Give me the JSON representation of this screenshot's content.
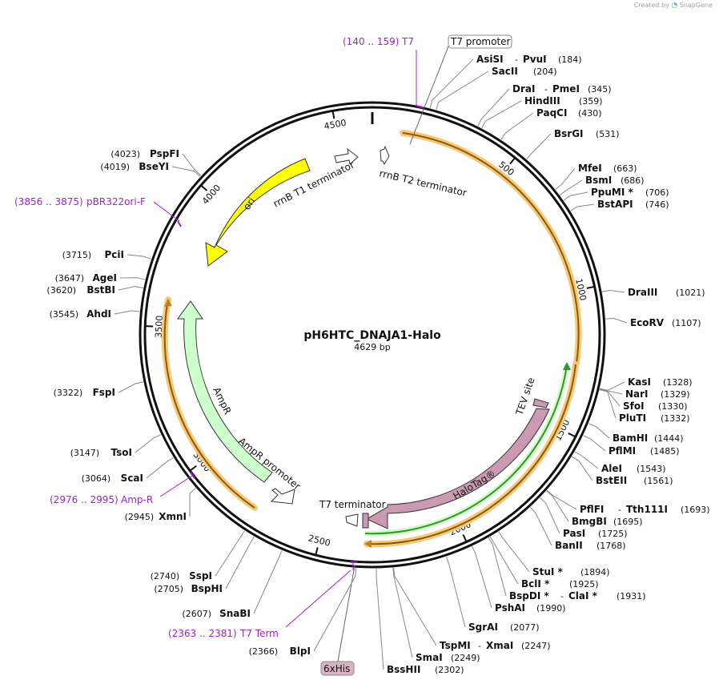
{
  "plasmid": {
    "name": "pH6HTC_DNAJA1-Halo",
    "length_label": "4629 bp",
    "length": 4629
  },
  "branding": {
    "created_by": "Created by",
    "app": "SnapGene"
  },
  "colors": {
    "backbone": "#111111",
    "primer": "#a020d0",
    "ori": "#ffff00",
    "ampr": "#ccffcc",
    "halotag": "#cc99b3",
    "orf_fill": "#ffd080",
    "orf_halo": "#f0c060",
    "green_orf": "#2b9a2b"
  },
  "ticks": [
    {
      "pos": 500,
      "label": "500"
    },
    {
      "pos": 1000,
      "label": "1000"
    },
    {
      "pos": 1500,
      "label": "1500"
    },
    {
      "pos": 2000,
      "label": "2000"
    },
    {
      "pos": 2500,
      "label": "2500"
    },
    {
      "pos": 3000,
      "label": "3000"
    },
    {
      "pos": 3500,
      "label": "3500"
    },
    {
      "pos": 4000,
      "label": "4000"
    },
    {
      "pos": 4500,
      "label": "4500"
    }
  ],
  "enzymes_right": [
    {
      "names": [
        "AsiSI",
        "PvuI"
      ],
      "pos": "(184)",
      "site": 184
    },
    {
      "names": [
        "SacII"
      ],
      "pos": "(204)",
      "site": 204
    },
    {
      "names": [
        "DraI",
        "PmeI"
      ],
      "pos": "(345)",
      "site": 345
    },
    {
      "names": [
        "HindIII"
      ],
      "pos": "(359)",
      "site": 359
    },
    {
      "names": [
        "PaqCI"
      ],
      "pos": "(430)",
      "site": 430
    },
    {
      "names": [
        "BsrGI"
      ],
      "pos": "(531)",
      "site": 531
    },
    {
      "names": [
        "MfeI"
      ],
      "pos": "(663)",
      "site": 663
    },
    {
      "names": [
        "BsmI"
      ],
      "pos": "(686)",
      "site": 686
    },
    {
      "names": [
        "PpuMI *"
      ],
      "pos": "(706)",
      "site": 706
    },
    {
      "names": [
        "BstAPI"
      ],
      "pos": "(746)",
      "site": 746
    },
    {
      "names": [
        "DraIII"
      ],
      "pos": "(1021)",
      "site": 1021
    },
    {
      "names": [
        "EcoRV"
      ],
      "pos": "(1107)",
      "site": 1107
    },
    {
      "names": [
        "KasI"
      ],
      "pos": "(1328)",
      "site": 1328
    },
    {
      "names": [
        "NarI"
      ],
      "pos": "(1329)",
      "site": 1329
    },
    {
      "names": [
        "SfoI"
      ],
      "pos": "(1330)",
      "site": 1330
    },
    {
      "names": [
        "PluTI"
      ],
      "pos": "(1332)",
      "site": 1332
    },
    {
      "names": [
        "BamHI"
      ],
      "pos": "(1444)",
      "site": 1444
    },
    {
      "names": [
        "PflMI"
      ],
      "pos": "(1485)",
      "site": 1485
    },
    {
      "names": [
        "AleI"
      ],
      "pos": "(1543)",
      "site": 1543
    },
    {
      "names": [
        "BstEII"
      ],
      "pos": "(1561)",
      "site": 1561
    },
    {
      "names": [
        "PflFI",
        "Tth111I"
      ],
      "pos": "(1693)",
      "site": 1693
    },
    {
      "names": [
        "BmgBI"
      ],
      "pos": "(1695)",
      "site": 1695
    },
    {
      "names": [
        "PasI"
      ],
      "pos": "(1725)",
      "site": 1725
    },
    {
      "names": [
        "BanII"
      ],
      "pos": "(1768)",
      "site": 1768
    },
    {
      "names": [
        "StuI *"
      ],
      "pos": "(1894)",
      "site": 1894
    },
    {
      "names": [
        "BclI *"
      ],
      "pos": "(1925)",
      "site": 1925
    },
    {
      "names": [
        "BspDI *",
        "ClaI *"
      ],
      "pos": "(1931)",
      "site": 1931
    },
    {
      "names": [
        "PshAI"
      ],
      "pos": "(1990)",
      "site": 1990
    },
    {
      "names": [
        "SgrAI"
      ],
      "pos": "(2077)",
      "site": 2077
    },
    {
      "names": [
        "TspMI",
        "XmaI"
      ],
      "pos": "(2247)",
      "site": 2247
    },
    {
      "names": [
        "SmaI"
      ],
      "pos": "(2249)",
      "site": 2249
    },
    {
      "names": [
        "BssHII"
      ],
      "pos": "(2302)",
      "site": 2302
    }
  ],
  "enzymes_left": [
    {
      "name": "BlpI",
      "pos": "(2366)",
      "site": 2366
    },
    {
      "name": "SnaBI",
      "pos": "(2607)",
      "site": 2607
    },
    {
      "name": "BspHI",
      "pos": "(2705)",
      "site": 2705
    },
    {
      "name": "SspI",
      "pos": "(2740)",
      "site": 2740
    },
    {
      "name": "XmnI",
      "pos": "(2945)",
      "site": 2945
    },
    {
      "name": "ScaI",
      "pos": "(3064)",
      "site": 3064
    },
    {
      "name": "TsoI",
      "pos": "(3147)",
      "site": 3147
    },
    {
      "name": "FspI",
      "pos": "(3322)",
      "site": 3322
    },
    {
      "name": "AhdI",
      "pos": "(3545)",
      "site": 3545
    },
    {
      "name": "BstBI",
      "pos": "(3620)",
      "site": 3620
    },
    {
      "name": "AgeI",
      "pos": "(3647)",
      "site": 3647
    },
    {
      "name": "PciI",
      "pos": "(3715)",
      "site": 3715
    },
    {
      "name": "BseYI",
      "pos": "(4019)",
      "site": 4019
    },
    {
      "name": "PspFI",
      "pos": "(4023)",
      "site": 4023
    }
  ],
  "primers": [
    {
      "range": "(140 .. 159)",
      "name": "T7",
      "start": 140
    },
    {
      "range": "(3856 .. 3875)",
      "name": "pBR322ori-F",
      "start": 3856
    },
    {
      "range": "(2976 .. 2995)",
      "name": "Amp-R",
      "start": 2976
    },
    {
      "range": "(2363 .. 2381)",
      "name": "T7 Term",
      "start": 2363
    }
  ],
  "features": {
    "t7_promoter": "T7 promoter",
    "six_his": "6xHis",
    "ori": "ori",
    "rrnb_t1": "rrnB T1 terminator",
    "rrnb_t2": "rrnB T2 terminator",
    "ampr": "AmpR",
    "ampr_promoter": "AmpR promoter",
    "t7_terminator": "T7 terminator",
    "halotag": "HaloTag®",
    "tev_site": "TEV site"
  }
}
